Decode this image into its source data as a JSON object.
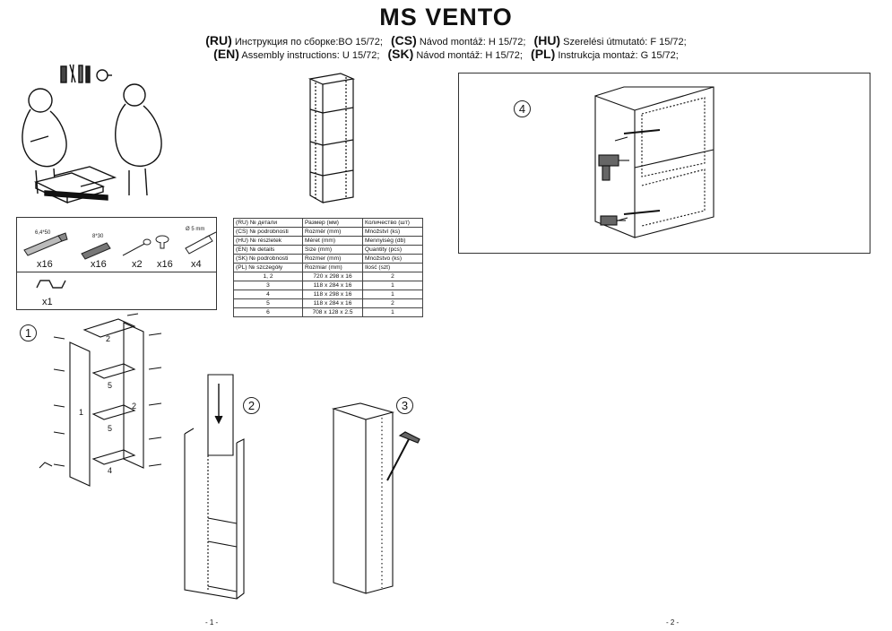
{
  "title": "MS VENTO",
  "instructions": {
    "line1": [
      {
        "code": "(RU)",
        "text": " Инструкция по сборке:BO 15/72;"
      },
      {
        "code": "(CS)",
        "text": " Návod montáž: H 15/72;"
      },
      {
        "code": "(HU)",
        "text": " Szerelési útmutató: F 15/72;"
      }
    ],
    "line2": [
      {
        "code": "(EN)",
        "text": " Assembly instructions: U 15/72;"
      },
      {
        "code": "(SK)",
        "text": " Návod montáž: H 15/72;"
      },
      {
        "code": "(PL)",
        "text": " Instrukcja montaż: G 15/72;"
      }
    ]
  },
  "hardware": {
    "items": [
      {
        "label": "6,4*50",
        "qty": "x16",
        "icon": "screw-icon"
      },
      {
        "label": "8*30",
        "qty": "x16",
        "icon": "dowel-icon"
      },
      {
        "label": "",
        "qty": "x2",
        "icon": "nail-icon"
      },
      {
        "label": "",
        "qty": "x16",
        "icon": "cap-icon"
      },
      {
        "label": "Ø 5 mm",
        "qty": "x4",
        "icon": "anchor-icon"
      },
      {
        "label": "",
        "qty": "x1",
        "icon": "hanger-icon"
      }
    ]
  },
  "parts_table": {
    "header_rows": [
      [
        "(RU)  № детали",
        "Размер  (мм)",
        "Количество (шт)"
      ],
      [
        "(CS)  № podrobnosti",
        "Rozměr (mm)",
        "Množství (ks)"
      ],
      [
        "(HU)  № részletek",
        "Méret (mm)",
        "Mennyiség (db)"
      ],
      [
        "(EN)  № details",
        "Size (mm)",
        "Quantity  (pcs)"
      ],
      [
        "(SK)  № podrobnosti",
        "Rozmer (mm)",
        "Množstvo (ks)"
      ],
      [
        "(PL)  № szczegóły",
        "Rozmiar (mm)",
        "Ilość (szt)"
      ]
    ],
    "rows": [
      [
        "1, 2",
        "720 x 298 x 16",
        "2"
      ],
      [
        "3",
        "118 x 284 x 16",
        "1"
      ],
      [
        "4",
        "118 x 298 x 16",
        "1"
      ],
      [
        "5",
        "118 x 284 x 16",
        "2"
      ],
      [
        "6",
        "708 x 128 x 2.5",
        "1"
      ]
    ]
  },
  "steps": {
    "s1": "1",
    "s2": "2",
    "s3": "3",
    "s4": "4"
  },
  "step1_labels": {
    "p1": "1",
    "p2a": "2",
    "p2b": "2",
    "p5a": "5",
    "p5b": "5",
    "p4": "4"
  },
  "pages": {
    "left": "- 1 -",
    "right": "- 2 -"
  }
}
